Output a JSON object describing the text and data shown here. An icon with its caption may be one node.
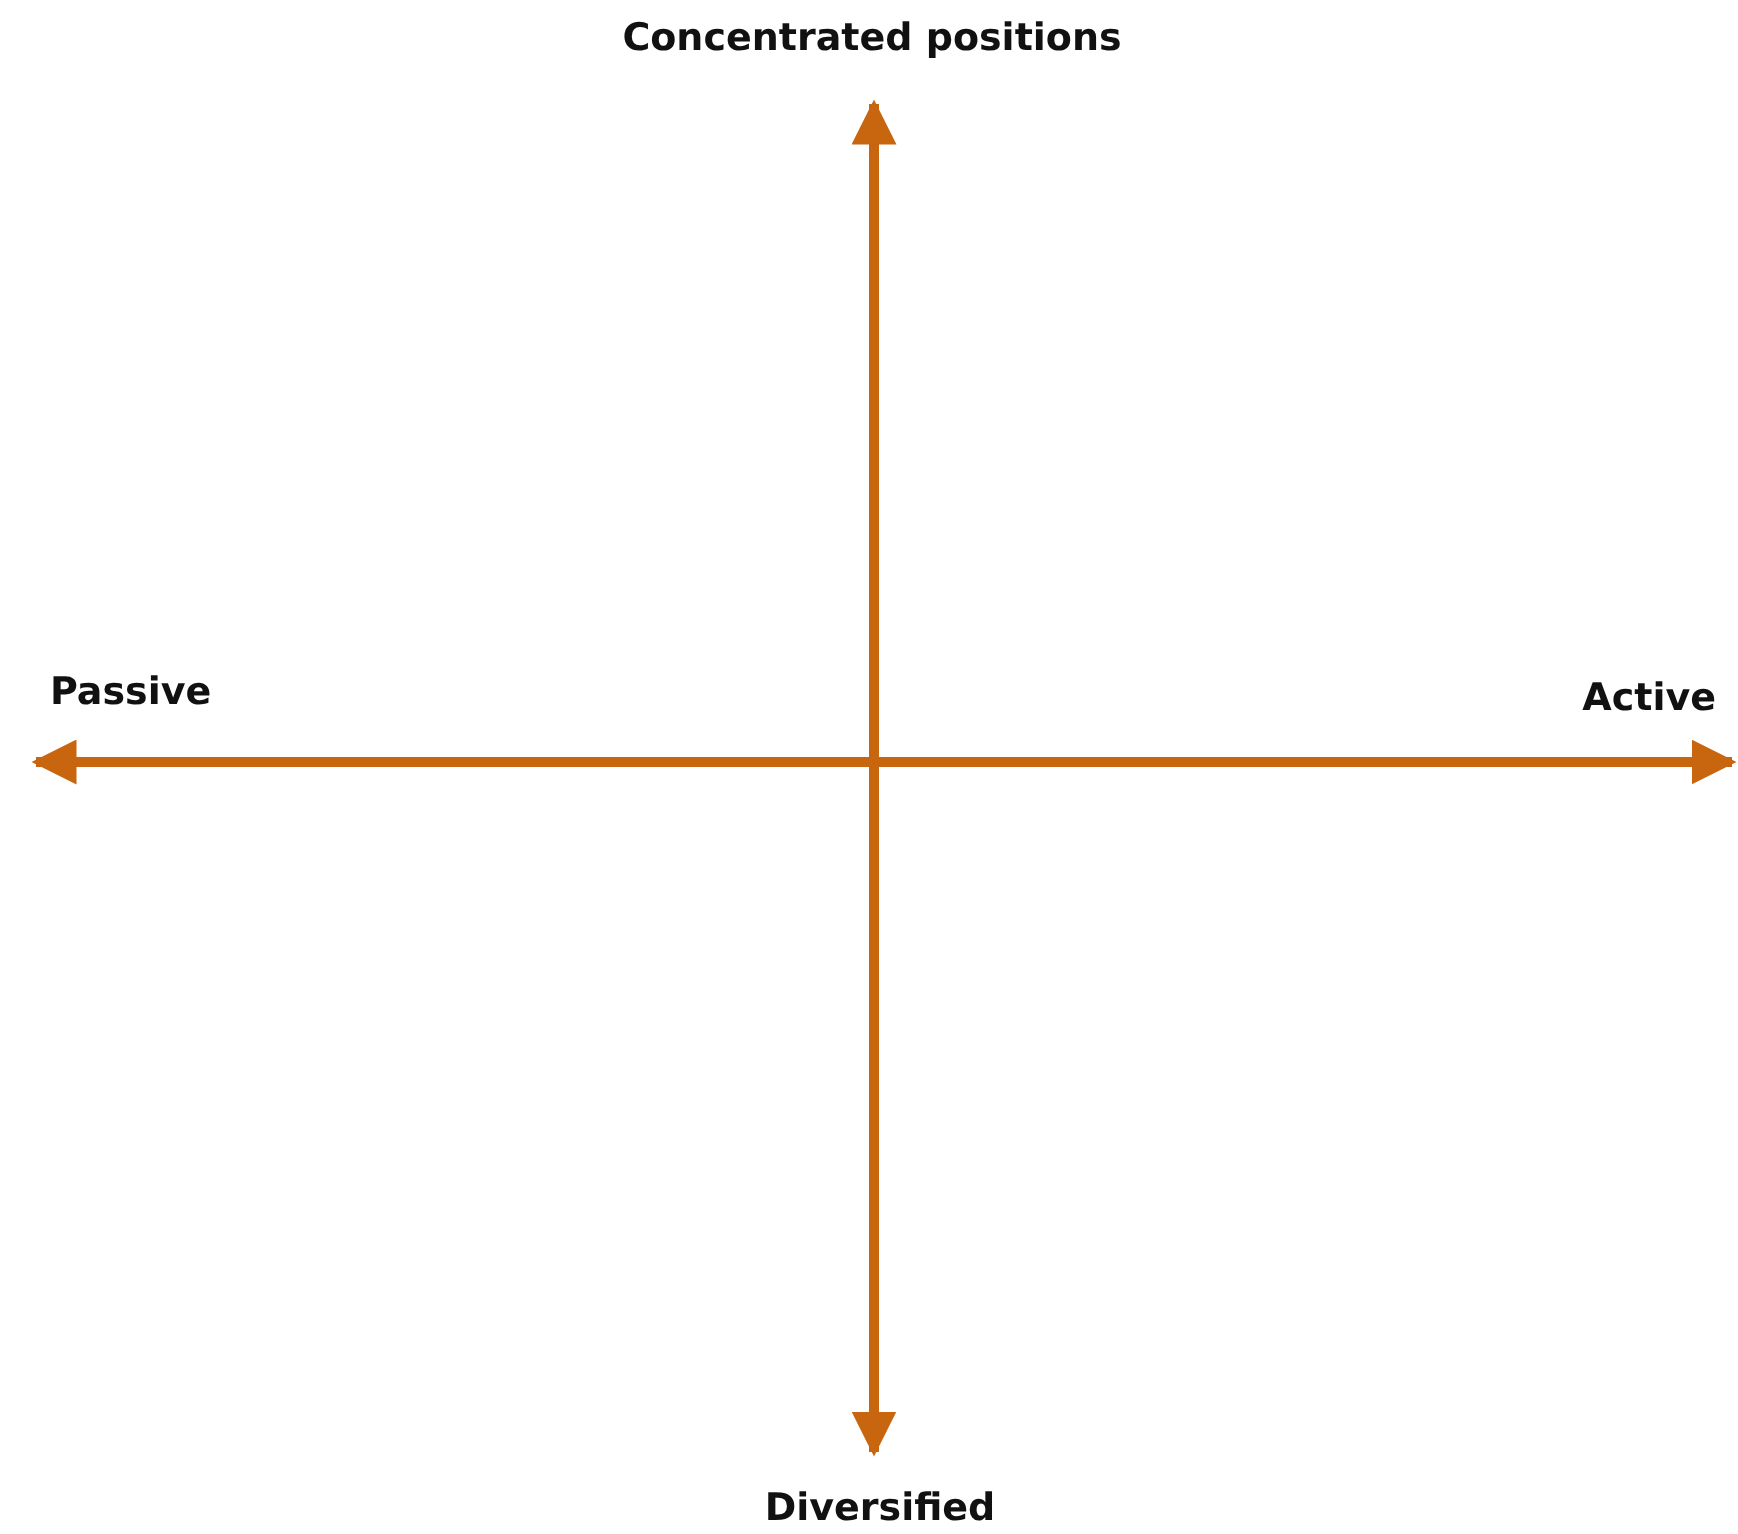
{
  "diagram": {
    "labels": [
      "Concentrated positions",
      "Passive",
      "Active",
      "Diversified"
    ]
  }
}
